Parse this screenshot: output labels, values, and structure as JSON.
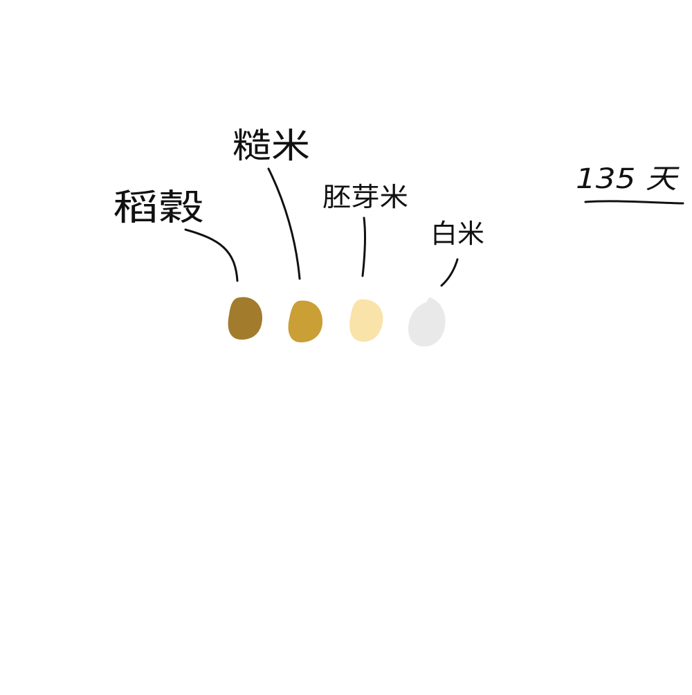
{
  "grains": [
    {
      "id": "paddy",
      "label": "稻穀",
      "color": "#a27b2c"
    },
    {
      "id": "brown-rice",
      "label": "糙米",
      "color": "#c99f36"
    },
    {
      "id": "germ-rice",
      "label": "胚芽米",
      "color": "#f9e3a9"
    },
    {
      "id": "white-rice",
      "label": "白米",
      "color": "#e9e9e9"
    }
  ],
  "days_note": "135 天",
  "ink_color": "#111111"
}
